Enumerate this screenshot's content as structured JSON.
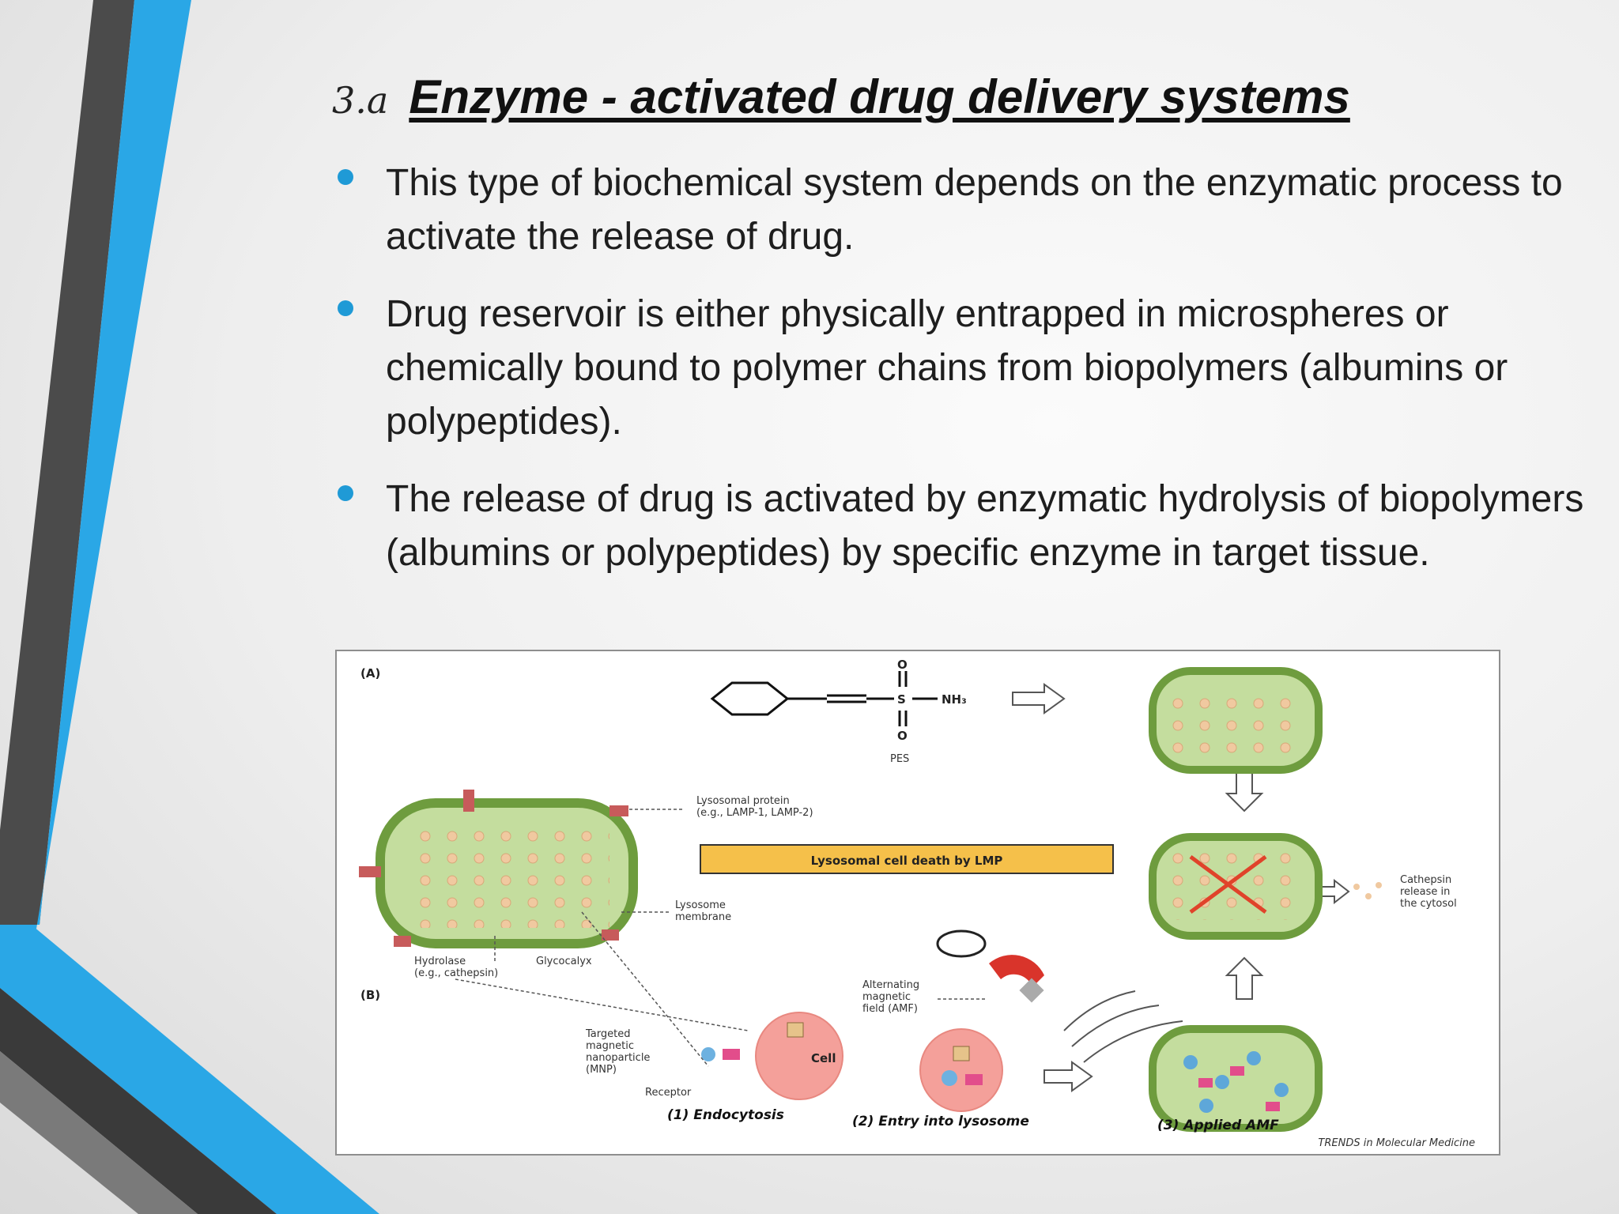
{
  "slide": {
    "number": "3.a",
    "title": "Enzyme - activated drug delivery systems",
    "bullets": [
      "This type of biochemical system depends on the enzymatic process to activate the release of drug.",
      "Drug reservoir is either physically entrapped in microspheres or chemically bound to polymer chains from biopolymers (albumins or polypeptides).",
      "The release of drug is activated by enzymatic hydrolysis of biopolymers (albumins or polypeptides) by specific enzyme in target tissue."
    ]
  },
  "figure": {
    "panel_a": "(A)",
    "panel_b": "(B)",
    "pes": "PES",
    "nh3": "NH₃",
    "s": "S",
    "o_top": "O",
    "o_bottom": "O",
    "lysosomal_protein_1": "Lysosomal protein",
    "lysosomal_protein_2": "(e.g., LAMP-1, LAMP-2)",
    "lmp_box": "Lysosomal cell death by LMP",
    "lysosome_membrane_1": "Lysosome",
    "lysosome_membrane_2": "membrane",
    "hydrolase_1": "Hydrolase",
    "hydrolase_2": "(e.g., cathepsin)",
    "glycocalyx": "Glycocalyx",
    "cathepsin_1": "Cathepsin",
    "cathepsin_2": "release in",
    "cathepsin_3": "the cytosol",
    "amf_1": "Alternating",
    "amf_2": "magnetic",
    "amf_3": "field (AMF)",
    "mnp_1": "Targeted",
    "mnp_2": "magnetic",
    "mnp_3": "nanoparticle",
    "mnp_4": "(MNP)",
    "receptor": "Receptor",
    "cell": "Cell",
    "step1": "(1) Endocytosis",
    "step2": "(2) Entry into lysosome",
    "step3": "(3) Applied AMF",
    "credit": "TRENDS in Molecular Medicine"
  },
  "colors": {
    "accent_blue": "#2aa7e6",
    "dark_gray": "#4a4a4a",
    "bullet": "#1f9ad6",
    "lysosome_green": "#7fae4f",
    "lmp_box": "#f5c04a"
  }
}
